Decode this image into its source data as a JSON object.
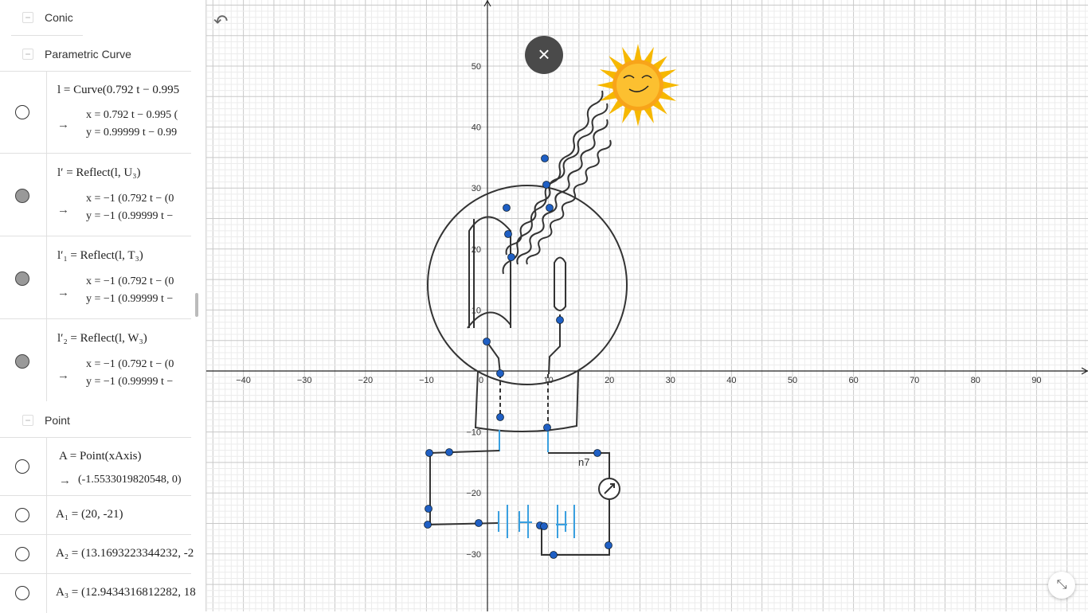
{
  "algebra": {
    "groups": {
      "conic": "Conic",
      "parametric": "Parametric Curve",
      "point": "Point"
    },
    "items": [
      {
        "main": "l = Curve(0.792 t − 0.995",
        "arrow": "→",
        "sub1": "x = 0.792 t − 0.995 (",
        "sub2": "y = 0.99999 t − 0.99",
        "checked": false
      },
      {
        "main": "l′ = Reflect(l, U₃)",
        "arrow": "→",
        "sub1": "x = −1 (0.792 t − (0",
        "sub2": "y = −1 (0.99999 t −",
        "checked": true
      },
      {
        "main": "l′₁ = Reflect(l, T₃)",
        "arrow": "→",
        "sub1": "x = −1 (0.792 t − (0",
        "sub2": "y = −1 (0.99999 t −",
        "checked": true
      },
      {
        "main": "l′₂ = Reflect(l, W₃)",
        "arrow": "→",
        "sub1": "x = −1 (0.792 t − (0",
        "sub2": "y = −1 (0.99999 t −",
        "checked": true
      }
    ],
    "points": [
      {
        "main": "A = Point(xAxis)",
        "arrow": "→",
        "sub1": "(-1.5533019820548, 0)"
      },
      {
        "main": "A₁ = (20, -21)"
      },
      {
        "main": "A₂ = (13.1693223344232, -2"
      },
      {
        "main": "A₃ = (12.9434316812282, 18"
      }
    ]
  },
  "toolbar": {
    "undo_icon": "↶",
    "close_icon": "×",
    "fullscreen_icon": "⤡"
  },
  "axes": {
    "x_ticks": [
      "−40",
      "−30",
      "−20",
      "−10",
      "0",
      "10",
      "20",
      "30",
      "40",
      "50",
      "60",
      "70",
      "80",
      "90"
    ],
    "y_ticks": [
      "50",
      "40",
      "30",
      "20",
      "10",
      "−10",
      "−20",
      "−30"
    ]
  },
  "labels": {
    "n7": "n7"
  },
  "colors": {
    "point": "#1f5fc4",
    "drawing": "#333333",
    "wire_blue": "#3aa0e0",
    "sun": "#f6b800"
  }
}
